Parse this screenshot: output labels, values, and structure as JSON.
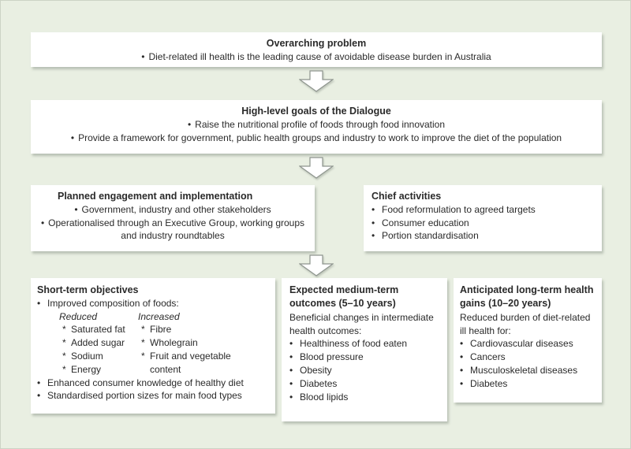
{
  "colors": {
    "background": "#e9efe2",
    "box_background": "#ffffff",
    "text": "#2a2a2a",
    "arrow_fill": "#ffffff",
    "arrow_outline": "#8e958e"
  },
  "icons": {
    "bullet": "•",
    "star": "*"
  },
  "flow": {
    "overarching": {
      "title": "Overarching problem",
      "bullets": [
        "Diet-related ill health is the leading cause of avoidable disease burden in Australia"
      ]
    },
    "goals": {
      "title": "High-level goals of the Dialogue",
      "bullets": [
        "Raise the nutritional profile of foods through food innovation",
        "Provide a framework for government, public health groups and industry to work to improve the diet of the population"
      ]
    },
    "engagement": {
      "title": "Planned engagement and implementation",
      "bullets": [
        "Government, industry and other stakeholders",
        "Operationalised through an Executive Group, working groups and industry roundtables"
      ]
    },
    "activities": {
      "title": "Chief activities",
      "bullets": [
        "Food reformulation to agreed targets",
        "Consumer education",
        "Portion standardisation"
      ]
    },
    "short_term": {
      "title": "Short-term objectives",
      "bullets_head": [
        "Improved composition of foods:"
      ],
      "reduced": {
        "label": "Reduced",
        "items": [
          "Saturated fat",
          "Added sugar",
          "Sodium",
          "Energy"
        ]
      },
      "increased": {
        "label": "Increased",
        "items": [
          "Fibre",
          "Wholegrain",
          "Fruit and vegetable content"
        ]
      },
      "bullets_tail": [
        "Enhanced consumer knowledge of healthy diet",
        "Standardised portion sizes for main food types"
      ]
    },
    "medium_term": {
      "title": "Expected medium-term outcomes (5–10 years)",
      "intro": "Beneficial changes in intermediate health outcomes:",
      "bullets": [
        "Healthiness of food eaten",
        "Blood pressure",
        "Obesity",
        "Diabetes",
        "Blood lipids"
      ]
    },
    "long_term": {
      "title": "Anticipated long-term health gains (10–20 years)",
      "intro": "Reduced burden of diet-related ill health for:",
      "bullets": [
        "Cardiovascular diseases",
        "Cancers",
        "Musculoskeletal diseases",
        "Diabetes"
      ]
    }
  }
}
